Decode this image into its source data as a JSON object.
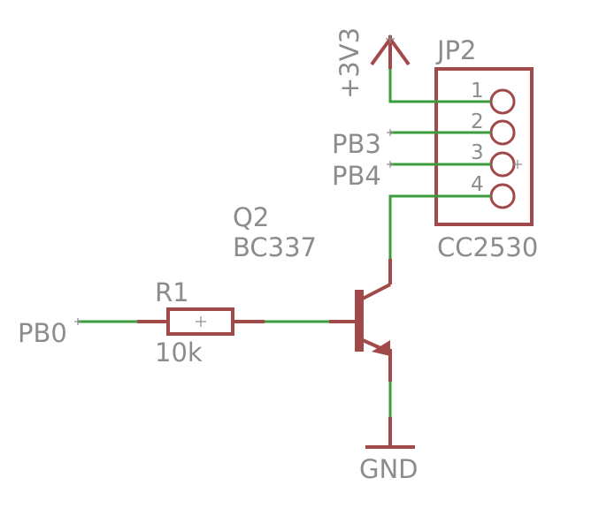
{
  "labels": {
    "supply": "+3V3",
    "connector_name": "JP2",
    "connector_value": "CC2530",
    "pin1": "1",
    "pin2": "2",
    "pin3": "3",
    "pin4": "4",
    "net_pb3": "PB3",
    "net_pb4": "PB4",
    "net_pb0": "PB0",
    "transistor_name": "Q2",
    "transistor_value": "BC337",
    "resistor_name": "R1",
    "resistor_value": "10k",
    "ground": "GND"
  },
  "colors": {
    "wire": "#3c9b3c",
    "symbol": "#a24a4a",
    "text": "#8c8c8c",
    "background": "#ffffff"
  }
}
